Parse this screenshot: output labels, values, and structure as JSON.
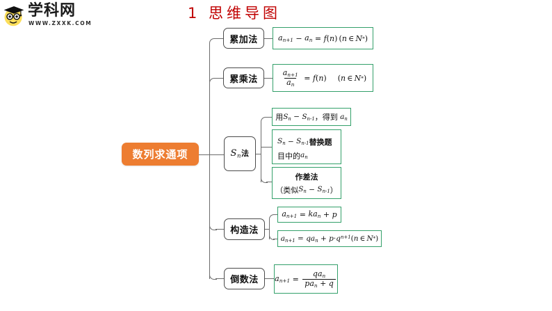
{
  "logo": {
    "name_cn": "学科网",
    "url": "WWW.ZXXK.COM",
    "icon": "graduate-smiley-icon"
  },
  "header": {
    "title": "1 思维导图"
  },
  "colors": {
    "root_fill": "#ED7D31",
    "root_text": "#FFFFFF",
    "leaf_border": "#33A06A",
    "node_border": "#4A4A4A",
    "connector": "#6B6B6B",
    "title_text": "#C00000"
  },
  "mindmap": {
    "root": {
      "label": "数列求通项"
    },
    "branches": [
      {
        "id": "leijia",
        "label": "累加法",
        "leaves": [
          {
            "id": "f-leijia",
            "text": "a(n+1) − a(n) = f(n)   (n ∈ N*)"
          }
        ]
      },
      {
        "id": "leicheng",
        "label": "累乘法",
        "leaves": [
          {
            "id": "f-leicheng",
            "text": "a(n+1)/a(n) = f(n)   (n ∈ N*)"
          }
        ]
      },
      {
        "id": "sn",
        "label": "Sn法",
        "leaves": [
          {
            "id": "sn-1",
            "text": "用 Sn − S(n−1)，得到 an"
          },
          {
            "id": "sn-2",
            "text": "Sn − S(n−1) 替换题目中的 an"
          },
          {
            "id": "sn-3",
            "text": "作差法（类似 Sn − S(n−1)）"
          }
        ]
      },
      {
        "id": "gouzao",
        "label": "构造法",
        "leaves": [
          {
            "id": "gz-1",
            "text": "a(n+1) = k·a(n) + p"
          },
          {
            "id": "gz-2",
            "text": "a(n+1) = q·a(n) + p·q^(n+1) (n ∈ N*)"
          }
        ]
      },
      {
        "id": "daoshu",
        "label": "倒数法",
        "leaves": [
          {
            "id": "ds-1",
            "text": "a(n+1) = q·a(n) / (p·a(n) + q)"
          }
        ]
      }
    ]
  },
  "glyphs": {
    "a": "a",
    "f": "f",
    "S": "S",
    "N": "N",
    "k": "k",
    "p": "p",
    "q": "q",
    "n": "n",
    "star": "*",
    "in": "∈",
    "eq": "=",
    "minus": "−",
    "plus": "+",
    "dot": "·",
    "lparen": "(",
    "rparen": ")",
    "sub_n": "n",
    "sub_n1": "n+1",
    "sub_nm1": "n−1",
    "cn_use": "用",
    "cn_comma": "，",
    "cn_deduce": "得到",
    "cn_replace": "替换题",
    "cn_inproblem": "目中的",
    "cn_diff": "作差法",
    "cn_similar_l": "（类似",
    "cn_similar_r": "）",
    "cn_fa": "法"
  }
}
